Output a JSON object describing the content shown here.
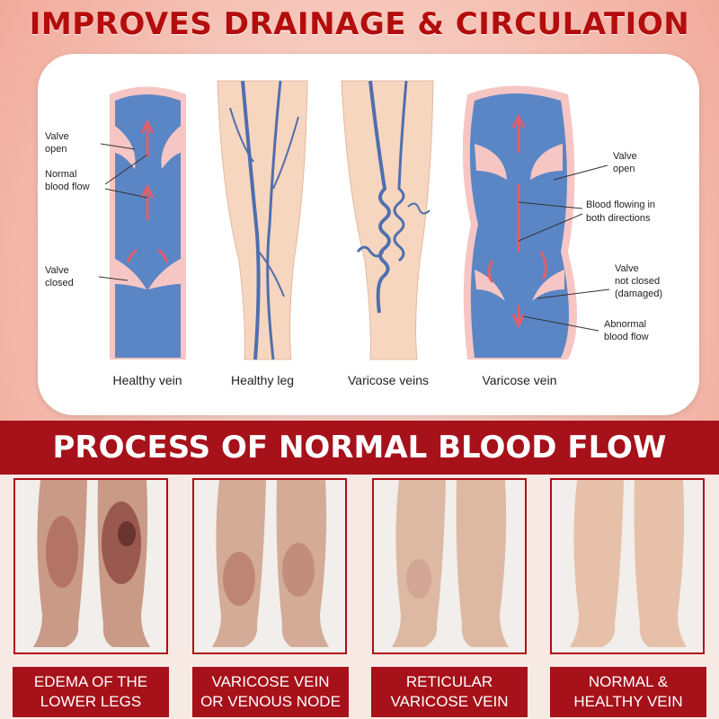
{
  "header": {
    "title": "IMPROVES DRAINAGE & CIRCULATION"
  },
  "diagram": {
    "captions": [
      "Healthy vein",
      "Healthy leg",
      "Varicose veins",
      "Varicose vein"
    ],
    "healthy_vein_labels": {
      "valve_open_1": "Valve",
      "valve_open_2": "open",
      "normal_flow_1": "Normal",
      "normal_flow_2": "blood flow",
      "valve_closed_1": "Valve",
      "valve_closed_2": "closed"
    },
    "varicose_vein_labels": {
      "valve_open_1": "Valve",
      "valve_open_2": "open",
      "both_dir_1": "Blood flowing in",
      "both_dir_2": "both directions",
      "not_closed_1": "Valve",
      "not_closed_2": "not closed",
      "not_closed_3": "(damaged)",
      "abnormal_1": "Abnormal",
      "abnormal_2": "blood flow"
    }
  },
  "banner": {
    "text": "PROCESS OF NORMAL BLOOD FLOW"
  },
  "stages": [
    {
      "line1": "EDEMA OF THE",
      "line2": "LOWER LEGS"
    },
    {
      "line1": "VARICOSE VEIN",
      "line2": "OR VENOUS NODE"
    },
    {
      "line1": "RETICULAR",
      "line2": "VARICOSE VEIN"
    },
    {
      "line1": "NORMAL &",
      "line2": "HEALTHY VEIN"
    }
  ],
  "colors": {
    "brand_red": "#a6111a",
    "title_red": "#b40d0d",
    "vein_blue": "#5b86c6",
    "vein_wall": "#f6c6c4",
    "skin": "#f7d6c0"
  }
}
